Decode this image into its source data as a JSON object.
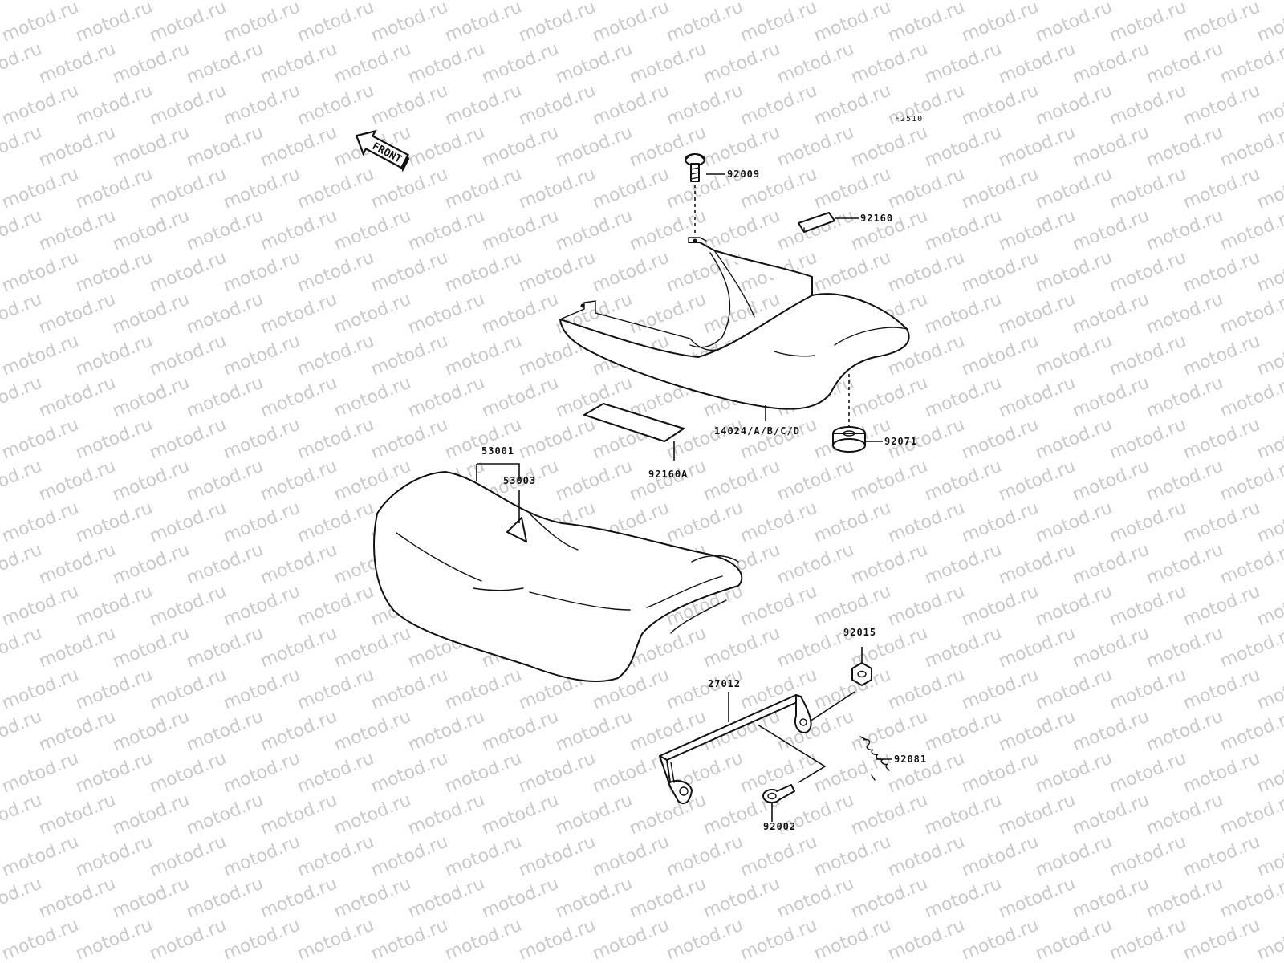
{
  "diagram_code": "F2510",
  "front_label": "FRONT",
  "watermark_text": "motod.ru",
  "colors": {
    "line": "#111111",
    "watermark": "#c9c9c9",
    "background": "#ffffff"
  },
  "parts": {
    "p92009": "92009",
    "p92160": "92160",
    "p14024": "14024/A/B/C/D",
    "p92071": "92071",
    "p92160A": "92160A",
    "p53001": "53001",
    "p53003": "53003",
    "p92015": "92015",
    "p27012": "27012",
    "p92081": "92081",
    "p92002": "92002"
  }
}
